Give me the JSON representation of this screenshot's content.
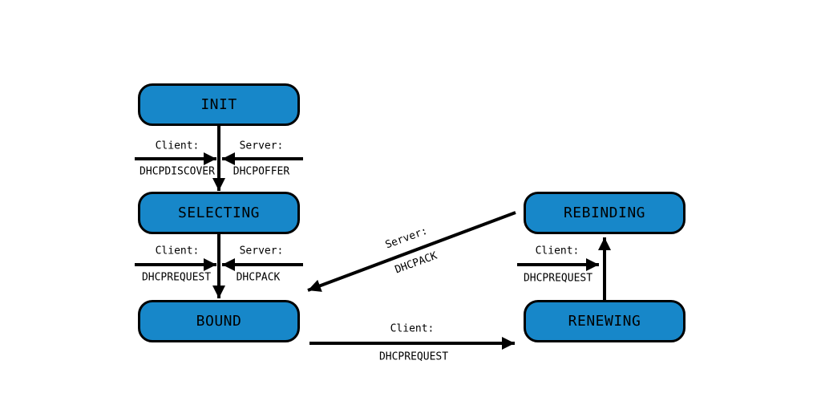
{
  "diagram": {
    "kind": "dhcp-client-state-machine",
    "colors": {
      "state_fill": "#1787c9",
      "state_border": "#000000",
      "arrow": "#000000",
      "background": "#ffffff"
    },
    "states": [
      {
        "id": "init",
        "label": "INIT"
      },
      {
        "id": "selecting",
        "label": "SELECTING"
      },
      {
        "id": "bound",
        "label": "BOUND"
      },
      {
        "id": "rebinding",
        "label": "REBINDING"
      },
      {
        "id": "renewing",
        "label": "RENEWING"
      }
    ],
    "transitions": [
      {
        "from": "INIT",
        "to": "SELECTING",
        "client": {
          "actor": "Client:",
          "message": "DHCPDISCOVER"
        },
        "server": {
          "actor": "Server:",
          "message": "DHCPOFFER"
        }
      },
      {
        "from": "SELECTING",
        "to": "BOUND",
        "client": {
          "actor": "Client:",
          "message": "DHCPREQUEST"
        },
        "server": {
          "actor": "Server:",
          "message": "DHCPACK"
        }
      },
      {
        "from": "BOUND",
        "to": "RENEWING",
        "client": {
          "actor": "Client:",
          "message": "DHCPREQUEST"
        }
      },
      {
        "from": "RENEWING",
        "to": "REBINDING",
        "client": {
          "actor": "Client:",
          "message": "DHCPREQUEST"
        }
      },
      {
        "from": "REBINDING",
        "to": "BOUND",
        "server": {
          "actor": "Server:",
          "message": "DHCPACK"
        }
      }
    ]
  }
}
